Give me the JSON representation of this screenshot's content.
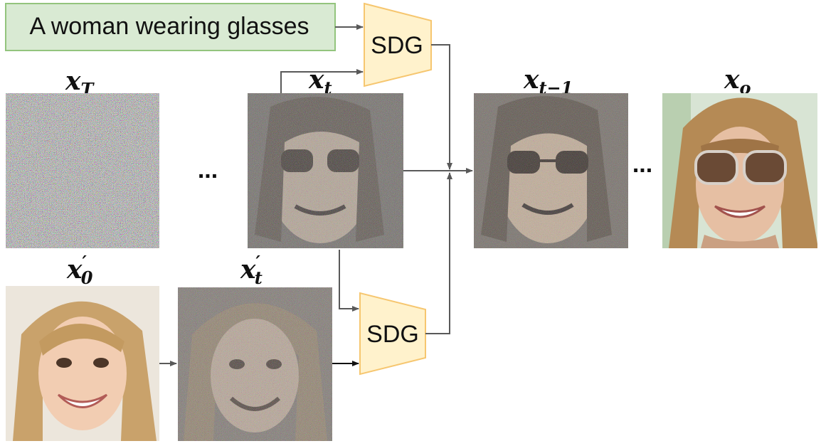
{
  "prompt": {
    "text": "A woman wearing glasses"
  },
  "blocks": {
    "sdg_top": "SDG",
    "sdg_bottom": "SDG"
  },
  "labels": {
    "xT_base": "x",
    "xT_sub": "T",
    "xt_base": "x",
    "xt_sub": "t",
    "xtm1_base": "x",
    "xtm1_sub": "t−1",
    "xo_base": "x",
    "xo_sub": "o",
    "x0p_base": "x",
    "x0p_prime": "′",
    "x0p_sub": "0",
    "xtp_base": "x",
    "xtp_prime": "′",
    "xtp_sub": "t"
  },
  "ellipses": {
    "first": "...",
    "second": "..."
  },
  "colors": {
    "prompt_fill": "#d9ead3",
    "prompt_stroke": "#93c47d",
    "sdg_fill": "#fff2cc",
    "sdg_stroke": "#f6c66f",
    "arrow": "#595959"
  },
  "images": {
    "xT": {
      "kind": "pure-noise"
    },
    "xt": {
      "kind": "noisy-face-with-sunglasses"
    },
    "xtm1": {
      "kind": "less-noisy-face-with-sunglasses"
    },
    "xo": {
      "kind": "clean-face-woman-sunglasses"
    },
    "x0p": {
      "kind": "clean-face-girl"
    },
    "xtp": {
      "kind": "noisy-face-girl"
    }
  }
}
